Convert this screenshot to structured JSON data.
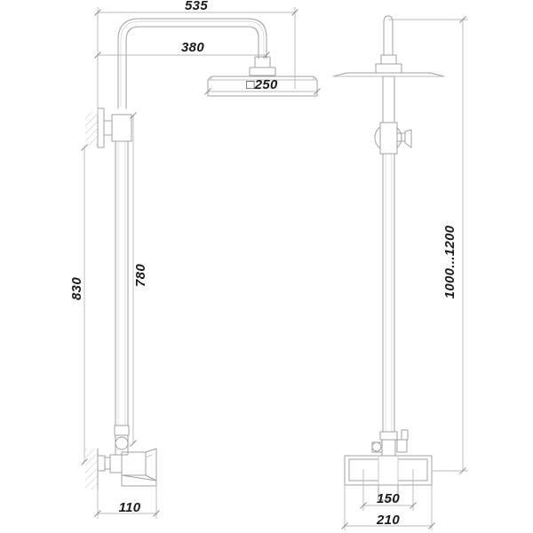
{
  "drawing": {
    "type": "technical-dimension-drawing",
    "subject": "shower column / rain shower set",
    "views": [
      {
        "name": "side-view",
        "position": "left"
      },
      {
        "name": "front-view",
        "position": "right"
      }
    ],
    "line_color": "#a0a0a0",
    "dim_line_color": "#b4b4b4",
    "text_color": "#1a1a1a",
    "background": "#ffffff"
  },
  "dimensions": {
    "overall_reach": {
      "label": "535",
      "view": "side-view",
      "orientation": "horizontal",
      "position": "top"
    },
    "arm_reach": {
      "label": "380",
      "view": "side-view",
      "orientation": "horizontal",
      "position": "upper-middle"
    },
    "head_size": {
      "label": "250",
      "symbol": "square",
      "display": "□250",
      "view": "side-view",
      "orientation": "horizontal",
      "position": "shower-head"
    },
    "riser_to_wall_bracket": {
      "label": "830",
      "view": "side-view",
      "orientation": "vertical",
      "position": "left-outer"
    },
    "riser_length": {
      "label": "780",
      "view": "side-view",
      "orientation": "vertical",
      "position": "left-inner"
    },
    "mixer_depth": {
      "label": "110",
      "view": "side-view",
      "orientation": "horizontal",
      "position": "bottom"
    },
    "total_height_range": {
      "label": "1000...1200",
      "view": "front-view",
      "orientation": "vertical",
      "position": "right-outer"
    },
    "mixer_body_width": {
      "label": "150",
      "view": "front-view",
      "orientation": "horizontal",
      "position": "bottom-inner"
    },
    "mixer_overall_width": {
      "label": "210",
      "view": "front-view",
      "orientation": "horizontal",
      "position": "bottom-outer"
    }
  },
  "parts": {
    "side_view": [
      {
        "name": "gooseneck-arm"
      },
      {
        "name": "shower-head-square"
      },
      {
        "name": "shower-head-stem"
      },
      {
        "name": "vertical-riser-pipe"
      },
      {
        "name": "upper-wall-bracket"
      },
      {
        "name": "wall-hatching-upper"
      },
      {
        "name": "diverter-valve"
      },
      {
        "name": "mixer-body"
      },
      {
        "name": "mixer-lever-handle"
      },
      {
        "name": "wall-hatching-lower"
      }
    ],
    "front_view": [
      {
        "name": "shower-head-stem"
      },
      {
        "name": "shower-head-square"
      },
      {
        "name": "vertical-riser-pipe"
      },
      {
        "name": "diverter-valve"
      },
      {
        "name": "diverter-handle"
      },
      {
        "name": "mixer-body"
      },
      {
        "name": "mixer-arms"
      },
      {
        "name": "mixer-lever-handle"
      }
    ]
  }
}
